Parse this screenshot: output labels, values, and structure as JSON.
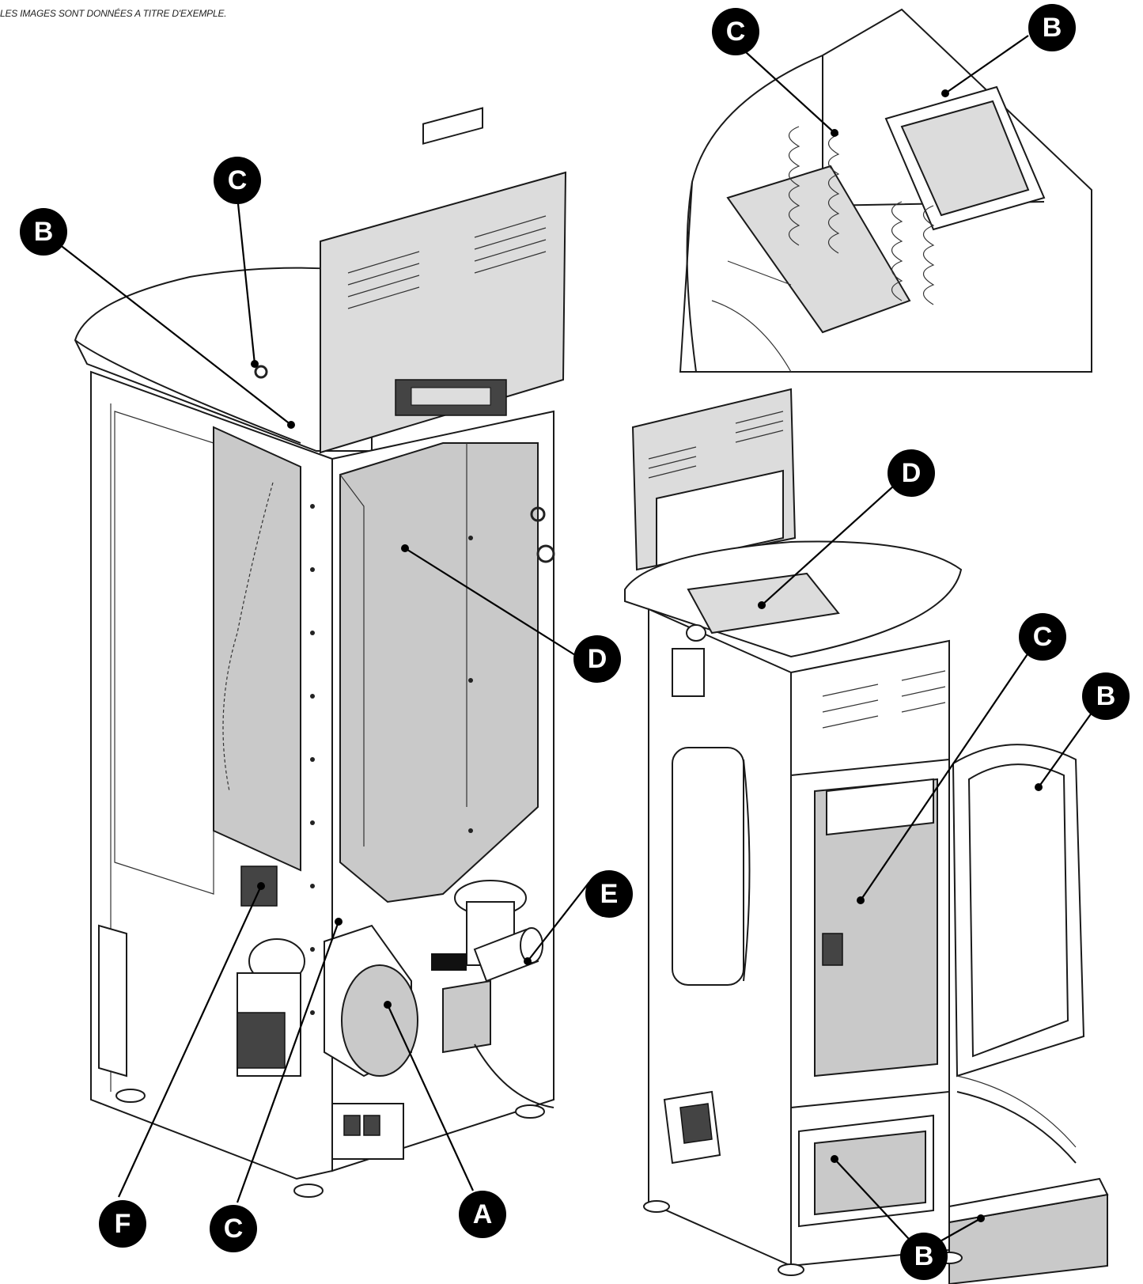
{
  "note": "LES IMAGES SONT DONNÉES A TITRE D'EXEMPLE.",
  "views": [
    {
      "name": "rear-open-view",
      "callouts": [
        "C",
        "B",
        "D",
        "E",
        "F",
        "C",
        "A"
      ]
    },
    {
      "name": "top-detail-view",
      "callouts": [
        "C",
        "B"
      ]
    },
    {
      "name": "front-open-view",
      "callouts": [
        "D",
        "C",
        "B",
        "B"
      ]
    }
  ]
}
